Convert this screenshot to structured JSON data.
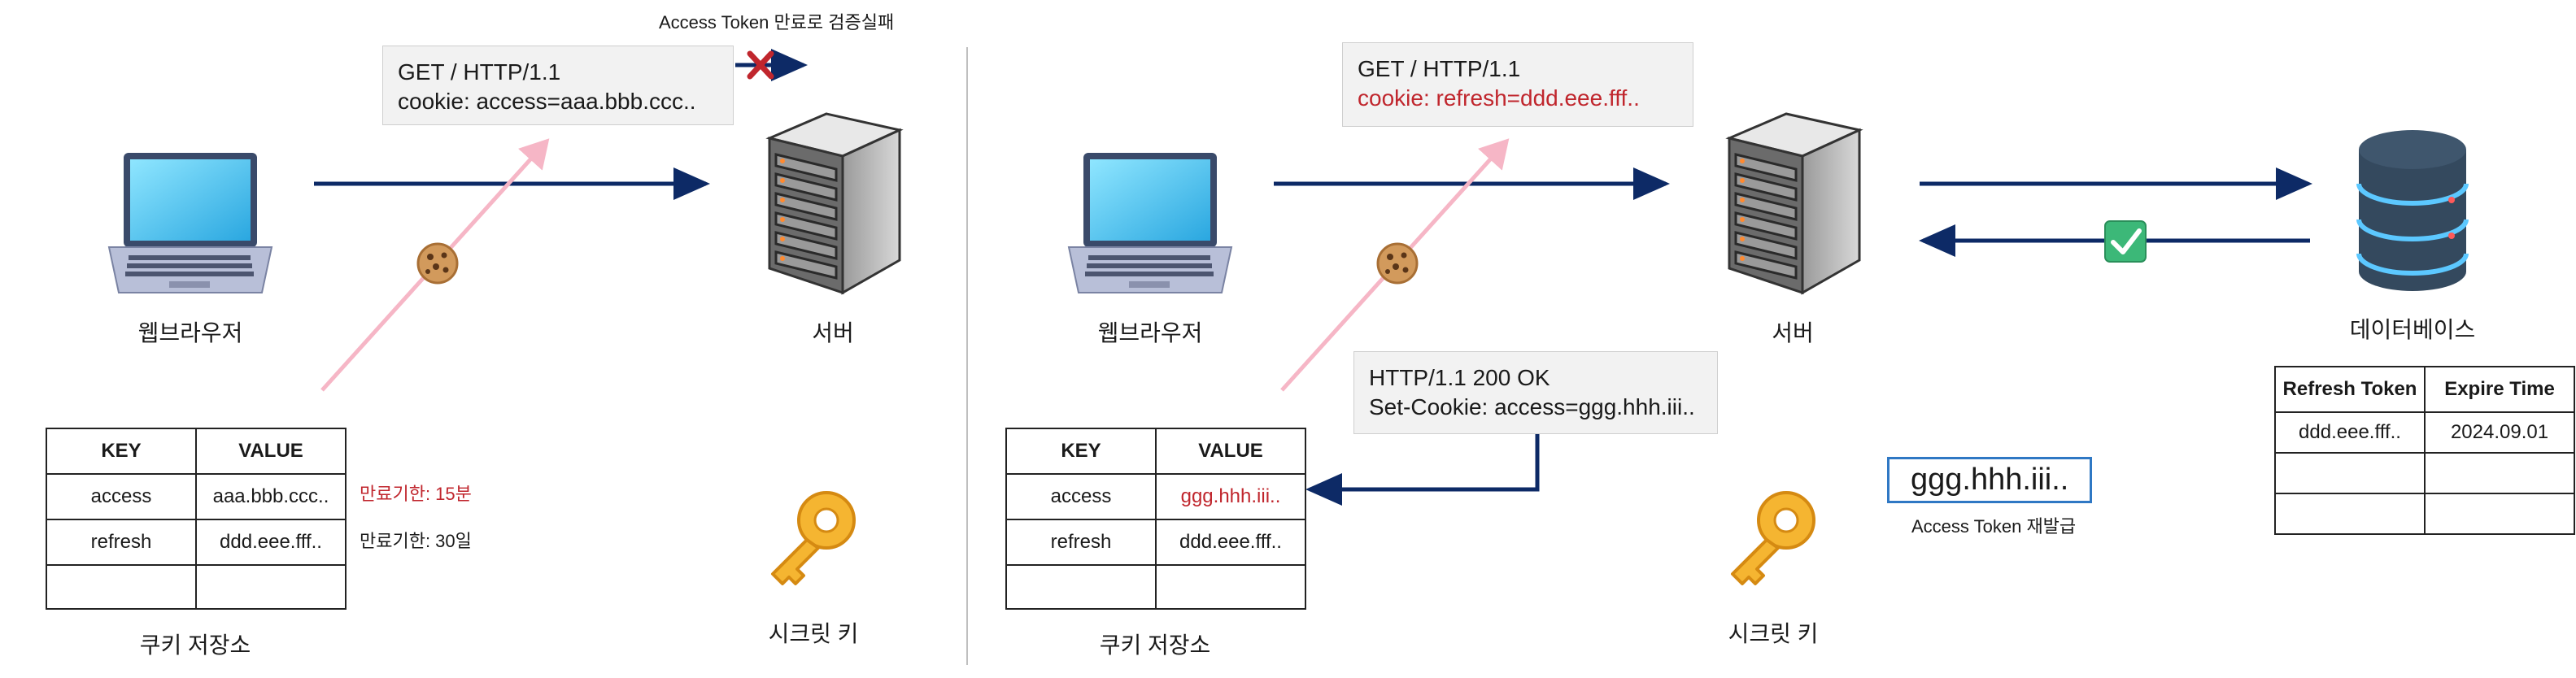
{
  "top_note": "Access Token 만료로 검증실패",
  "left": {
    "request": {
      "line1": "GET  / HTTP/1.1",
      "line2": "cookie: access=aaa.bbb.ccc.."
    },
    "browser_label": "웹브라우저",
    "server_label": "서버",
    "secret_label": "시크릿 키",
    "storage_label": "쿠키 저장소",
    "table": {
      "headers": [
        "KEY",
        "VALUE"
      ],
      "rows": [
        [
          "access",
          "aaa.bbb.ccc.."
        ],
        [
          "refresh",
          "ddd.eee.fff.."
        ],
        [
          "",
          ""
        ]
      ]
    },
    "expire_access": "만료기한: 15분",
    "expire_refresh": "만료기한: 30일"
  },
  "right": {
    "request": {
      "line1": "GET  / HTTP/1.1",
      "line2": "cookie: refresh=ddd.eee.fff.."
    },
    "response": {
      "line1": "HTTP/1.1 200 OK",
      "line2": "Set-Cookie: access=ggg.hhh.iii.."
    },
    "browser_label": "웹브라우저",
    "server_label": "서버",
    "secret_label": "시크릿 키",
    "storage_label": "쿠키 저장소",
    "db_label": "데이터베이스",
    "table": {
      "headers": [
        "KEY",
        "VALUE"
      ],
      "rows": [
        [
          "access",
          "ggg.hhh.iii.."
        ],
        [
          "refresh",
          "ddd.eee.fff.."
        ],
        [
          "",
          ""
        ]
      ]
    },
    "new_token": "ggg.hhh.iii..",
    "reissue_label": "Access Token 재발급",
    "db_table": {
      "headers": [
        "Refresh Token",
        "Expire Time"
      ],
      "rows": [
        [
          "ddd.eee.fff..",
          "2024.09.01"
        ],
        [
          "",
          ""
        ],
        [
          "",
          ""
        ]
      ]
    }
  },
  "colors": {
    "arrow": "#0d2a66",
    "highlight": "#c0262d",
    "cookie_line": "#f6b6c6",
    "token_border": "#2f78c4"
  }
}
